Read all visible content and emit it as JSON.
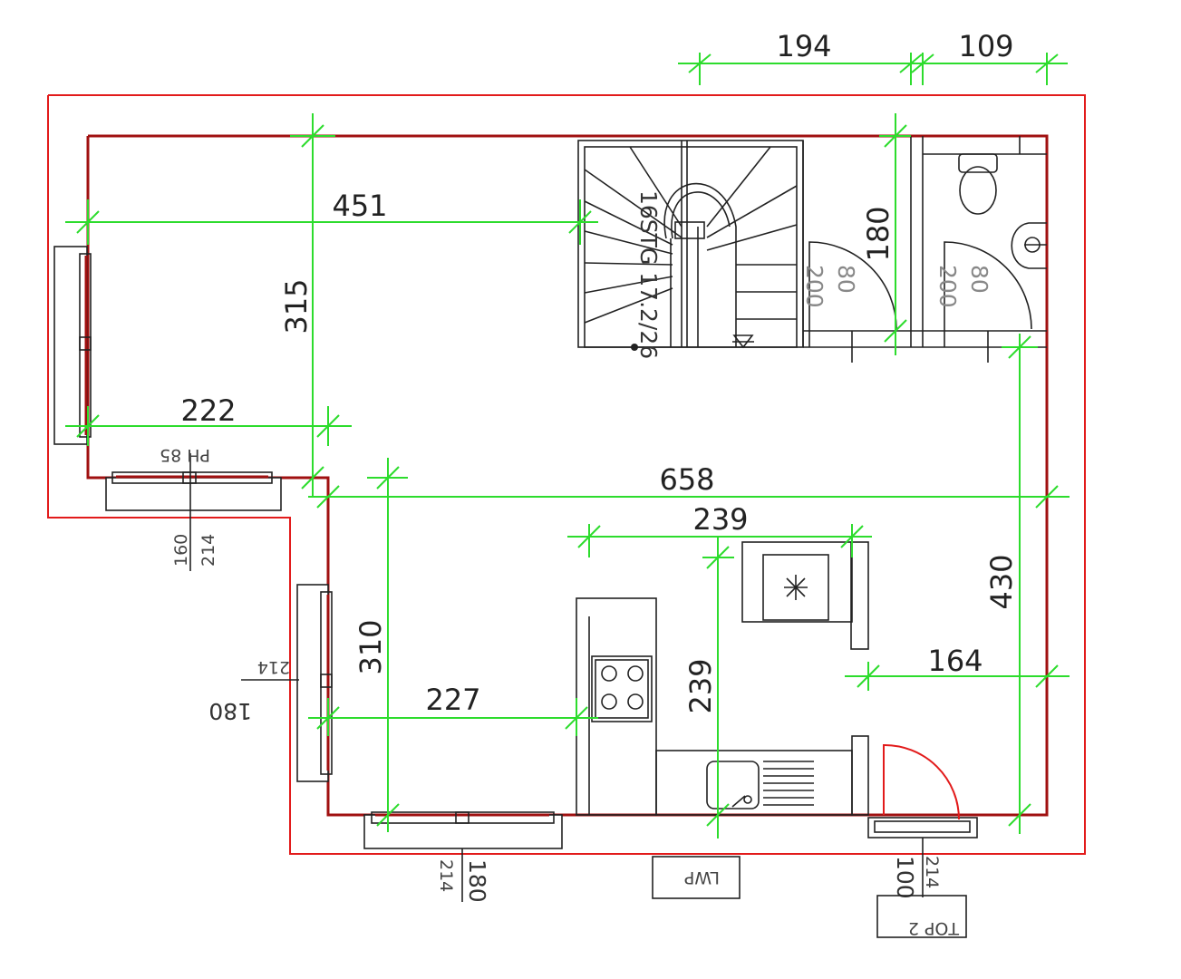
{
  "colors": {
    "outline": "#e21b1b",
    "inner_wall": "#a01010",
    "dimension": "#2ddc2d",
    "fixture": "#222222"
  },
  "dimensions": {
    "top_a": "194",
    "top_b": "109",
    "living_width": "451",
    "living_height": "315",
    "recess_width": "222",
    "total_width": "658",
    "kitchen_island_width": "239",
    "right_height": "430",
    "kitchen_left_height": "310",
    "kitchen_width": "227",
    "kitchen_depth": "239",
    "door_offset": "164",
    "stair_room_height": "180"
  },
  "annotations": {
    "stair_label": "16STG 17.2/26",
    "window_left_sill": "PH 85",
    "window_left_w": "160",
    "window_left_h": "214",
    "window_side_w": "214",
    "window_side_h": "180",
    "window_bottom_w": "180",
    "window_bottom_h": "214",
    "door_front_w": "100",
    "door_front_h": "214",
    "door_a_h": "200",
    "door_a_w": "80",
    "door_b_h": "200",
    "door_b_w": "80",
    "lwp_label": "LWP",
    "top_label": "TOP 2"
  }
}
